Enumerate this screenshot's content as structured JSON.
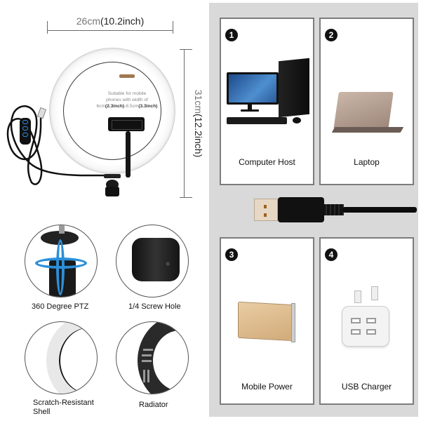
{
  "dimensions": {
    "width_cm": "26cm",
    "width_inch": "(10.2inch)",
    "height_cm": "31cm",
    "height_inch": "(12.2inch)"
  },
  "ring_light": {
    "note_line1": "Suitable for mobile",
    "note_line2": "phones with width of",
    "note_min_cm": "6cm",
    "note_min_inch": "(2.3inch)",
    "note_sep": "-",
    "note_max_cm": "8.5cm",
    "note_max_inch": "(3.3inch)"
  },
  "features": [
    {
      "label": "360 Degree PTZ",
      "icon": "rotation-mount"
    },
    {
      "label": "1/4 Screw Hole",
      "icon": "screw-hole"
    },
    {
      "label": "Scratch-Resistant Shell",
      "label_line1": "Scratch-Resistant",
      "label_line2": "Shell",
      "icon": "ring-shell"
    },
    {
      "label": "Radiator",
      "icon": "radiator-vents"
    }
  ],
  "compatible_devices": {
    "background": "#d9d9d9",
    "card_border": "#7c7c7c",
    "cards": [
      {
        "number": "1",
        "label": "Computer Host",
        "icon": "desktop-computer"
      },
      {
        "number": "2",
        "label": "Laptop",
        "icon": "laptop"
      },
      {
        "number": "3",
        "label": "Mobile Power",
        "icon": "power-bank"
      },
      {
        "number": "4",
        "label": "USB Charger",
        "icon": "usb-wall-charger"
      }
    ],
    "connector": {
      "icon": "usb-a-plug"
    }
  },
  "colors": {
    "accent_blue": "#2b8fd8",
    "controller_led": "#2f8fe6",
    "power_bank_gold": "#dfbd8e",
    "laptop_bronze": "#b8a294"
  }
}
